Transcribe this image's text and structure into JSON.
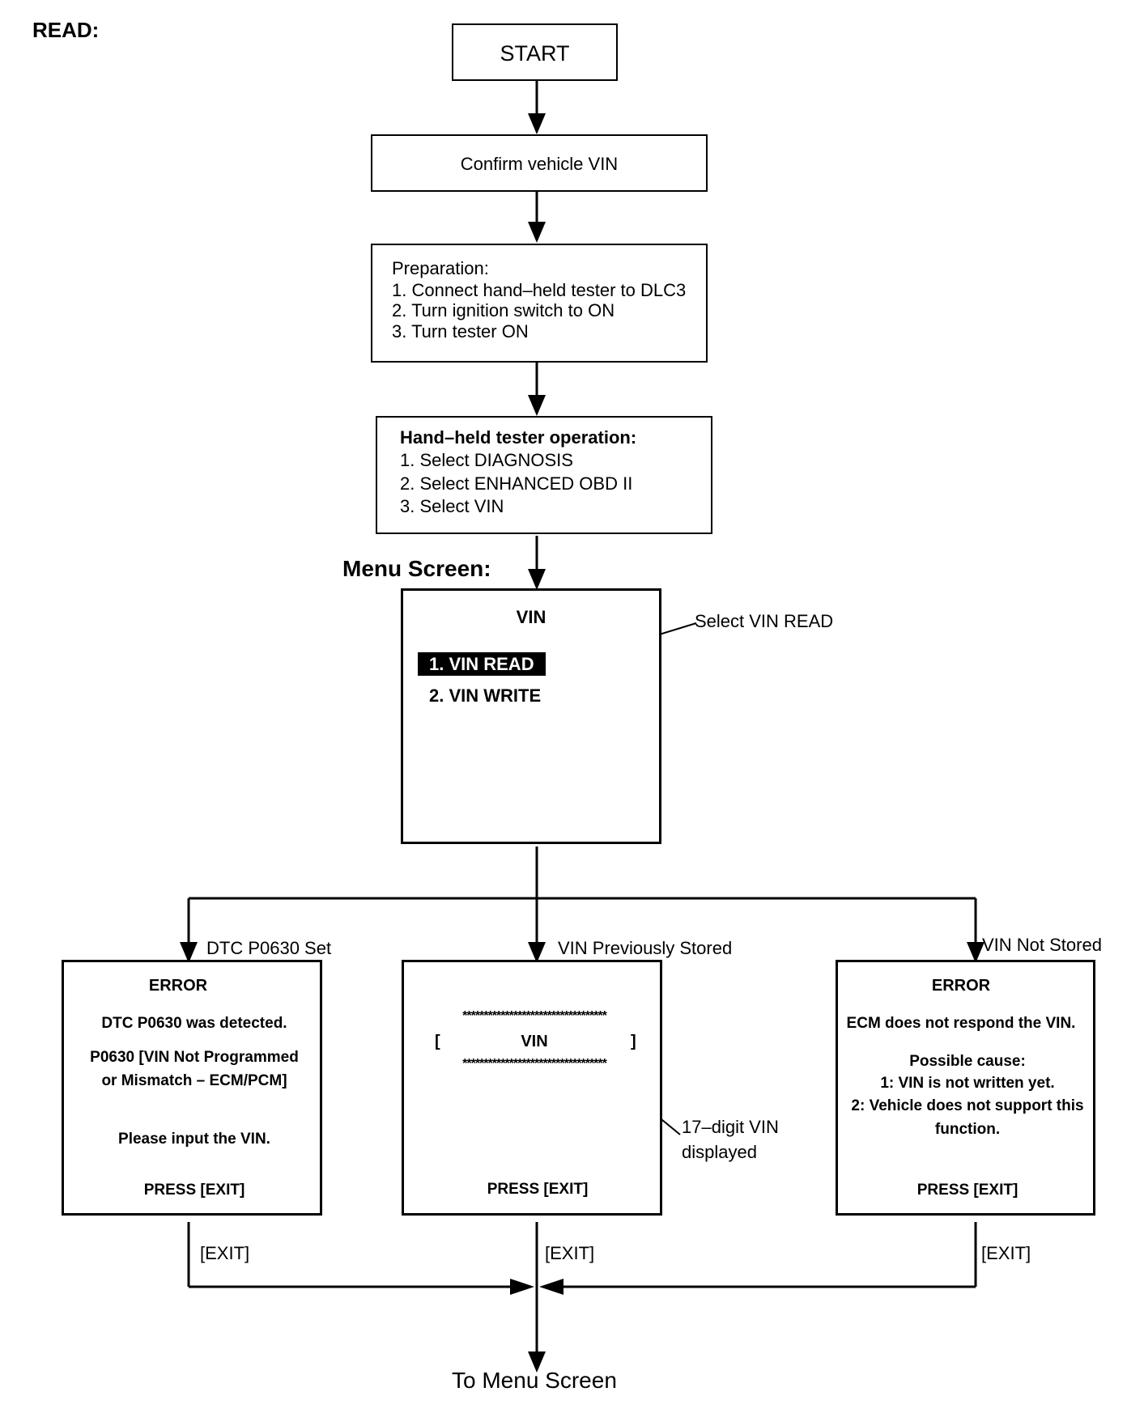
{
  "read_label": "READ:",
  "start": "START",
  "confirm": "Confirm vehicle VIN",
  "preparation": {
    "title": "Preparation:",
    "steps": [
      "1. Connect hand–held tester to DLC3",
      "2. Turn ignition switch to ON",
      "3. Turn tester ON"
    ]
  },
  "tester_operation": {
    "title": "Hand–held tester operation:",
    "steps": [
      "1. Select DIAGNOSIS",
      "2. Select ENHANCED OBD II",
      "3. Select VIN"
    ]
  },
  "menu_screen": {
    "label": "Menu Screen:",
    "title": "VIN",
    "items": [
      "1. VIN READ",
      "2. VIN WRITE"
    ],
    "callout": "Select VIN READ"
  },
  "branches": {
    "left": {
      "label": "DTC P0630 Set",
      "title": "ERROR",
      "line1": "DTC P0630 was detected.",
      "line2": "P0630  [VIN Not Programmed",
      "line3": "or Mismatch – ECM/PCM]",
      "line4": "Please input the VIN.",
      "press": "PRESS [EXIT]",
      "exit": "[EXIT]"
    },
    "center": {
      "label": "VIN Previously Stored",
      "stars_top": "**********************************",
      "bracket_left": "[",
      "vin": "VIN",
      "bracket_right": "]",
      "stars_bottom": "**********************************",
      "press": "PRESS [EXIT]",
      "callout_line1": "17–digit VIN",
      "callout_line2": "displayed",
      "exit": "[EXIT]"
    },
    "right": {
      "label": "VIN Not Stored",
      "title": "ERROR",
      "line1": "ECM does not respond the VIN.",
      "line2": "Possible cause:",
      "line3": "1: VIN is not written yet.",
      "line4": "2: Vehicle does not support this",
      "line5": "function.",
      "press": "PRESS [EXIT]",
      "exit": "[EXIT]"
    }
  },
  "to_menu": "To Menu Screen"
}
